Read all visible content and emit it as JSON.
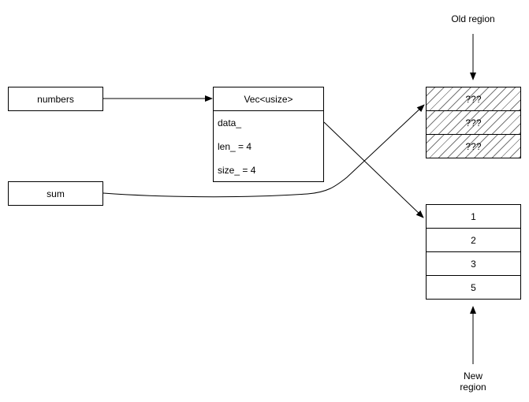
{
  "variables": {
    "numbers": "numbers",
    "sum": "sum"
  },
  "vec": {
    "title": "Vec<usize>",
    "fields": [
      "data_",
      "len_ = 4",
      "size_ = 4"
    ]
  },
  "old_region": {
    "label": "Old region",
    "cells": [
      "???",
      "???",
      "???"
    ]
  },
  "new_region": {
    "label_line1": "New",
    "label_line2": "region",
    "cells": [
      "1",
      "2",
      "3",
      "5"
    ]
  }
}
